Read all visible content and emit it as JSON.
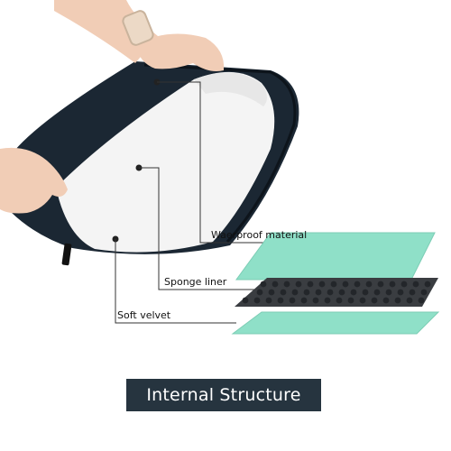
{
  "labels": {
    "waterproof": "Waerproof material",
    "sponge": "Sponge liner",
    "velvet": "Soft velvet"
  },
  "caption": "Internal Structure",
  "colors": {
    "sleeve_outer": "#1b2733",
    "sleeve_inner": "#f4f4f4",
    "teal_layer": "#8fe0c8",
    "sponge_layer": "#3a3d41",
    "sponge_dot": "#23262a",
    "caption_bg": "#26343f",
    "skin": "#f1cdb6"
  },
  "icons": {
    "callout_dot": "filled-circle"
  }
}
